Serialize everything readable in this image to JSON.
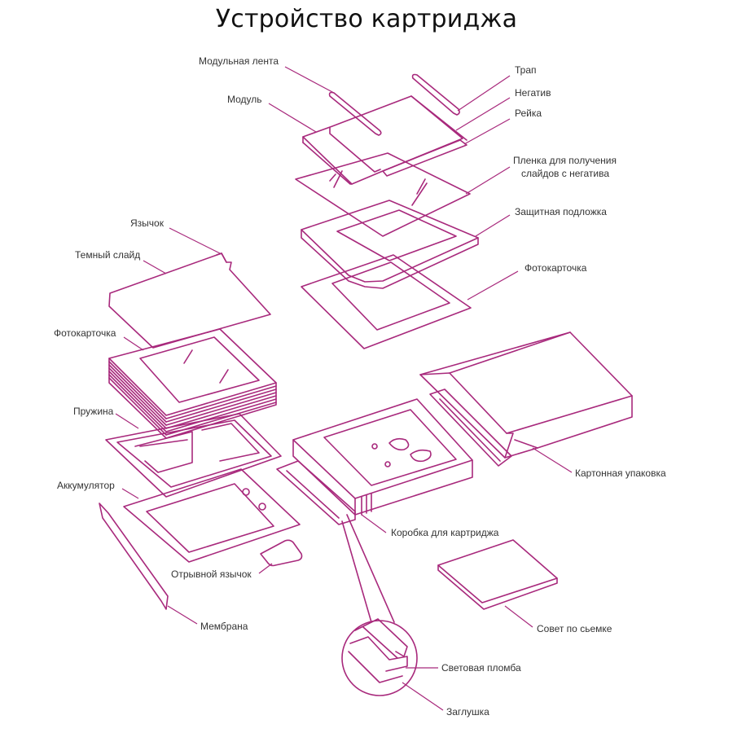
{
  "title": "Устройство картриджа",
  "accent_color": "#a8297c",
  "labels": {
    "modular_tape": "Модульная лента",
    "module": "Модуль",
    "trap": "Трап",
    "negative": "Негатив",
    "rail": "Рейка",
    "slide_film": "Пленка для получения слайдов с негатива",
    "protective_backing": "Защитная подложка",
    "photo_card_top": "Фотокарточка",
    "tongue": "Язычок",
    "dark_slide": "Темный слайд",
    "photo_card_left": "Фотокарточка",
    "spring": "Пружина",
    "battery": "Аккумулятор",
    "pull_tab": "Отрывной язычок",
    "membrane": "Мембрана",
    "cardboard_pack": "Картонная упаковка",
    "cartridge_box": "Коробка для картриджа",
    "shooting_tip": "Совет по сьемке",
    "light_seal": "Световая пломба",
    "plug": "Заглушка"
  }
}
